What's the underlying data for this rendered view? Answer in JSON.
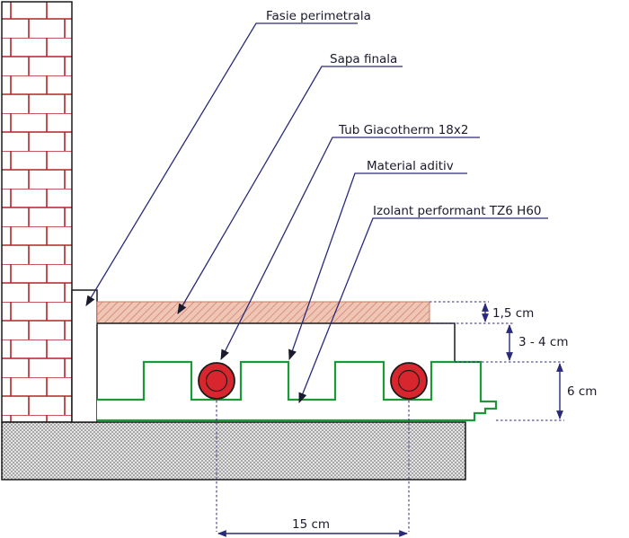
{
  "labels": {
    "fasie": "Fasie perimetrala",
    "sapa": "Sapa finala",
    "tub": "Tub Giacotherm 18x2",
    "material": "Material aditiv",
    "izolant": "Izolant performant TZ6 H60"
  },
  "dimensions": {
    "sapa_thickness": "1,5 cm",
    "layer_thickness": "3 - 4 cm",
    "insulation_thickness": "6 cm",
    "pipe_spacing": "15 cm"
  },
  "colors": {
    "brick": "#b0262a",
    "pipe": "#d8262e",
    "insulation": "#1c9a3a",
    "leader": "#2a2a7a",
    "screed": "#e9b9a8"
  }
}
